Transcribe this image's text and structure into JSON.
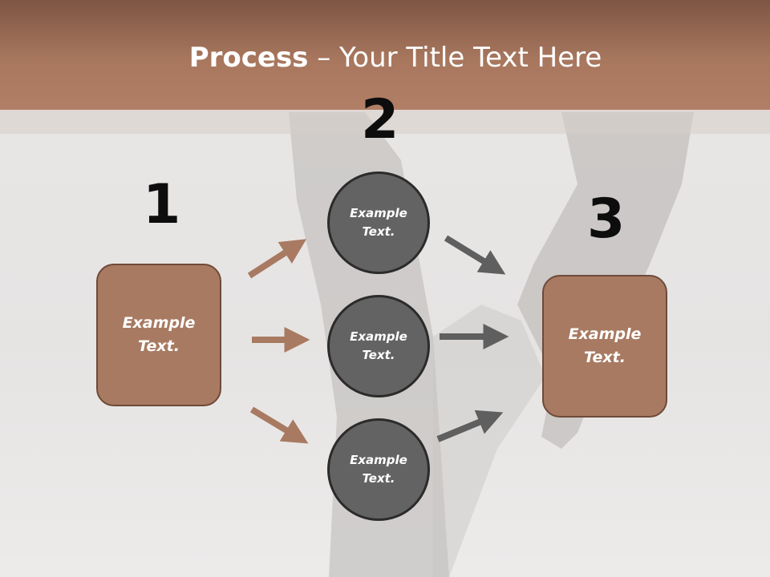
{
  "title": {
    "bold": "Process",
    "rest": " – Your Title Text Here"
  },
  "steps": {
    "one": "1",
    "two": "2",
    "three": "3"
  },
  "left_box": {
    "text_line1": "Example",
    "text_line2": "Text."
  },
  "right_box": {
    "text_line1": "Example",
    "text_line2": "Text."
  },
  "circles": [
    {
      "line1": "Example",
      "line2": "Text."
    },
    {
      "line1": "Example",
      "line2": "Text."
    },
    {
      "line1": "Example",
      "line2": "Text."
    }
  ],
  "colors": {
    "header": "#a8775e",
    "box_fill": "#a87a61",
    "circle_fill": "#636363",
    "left_arrows": "#a87a61",
    "right_arrows": "#5f5f5f"
  }
}
